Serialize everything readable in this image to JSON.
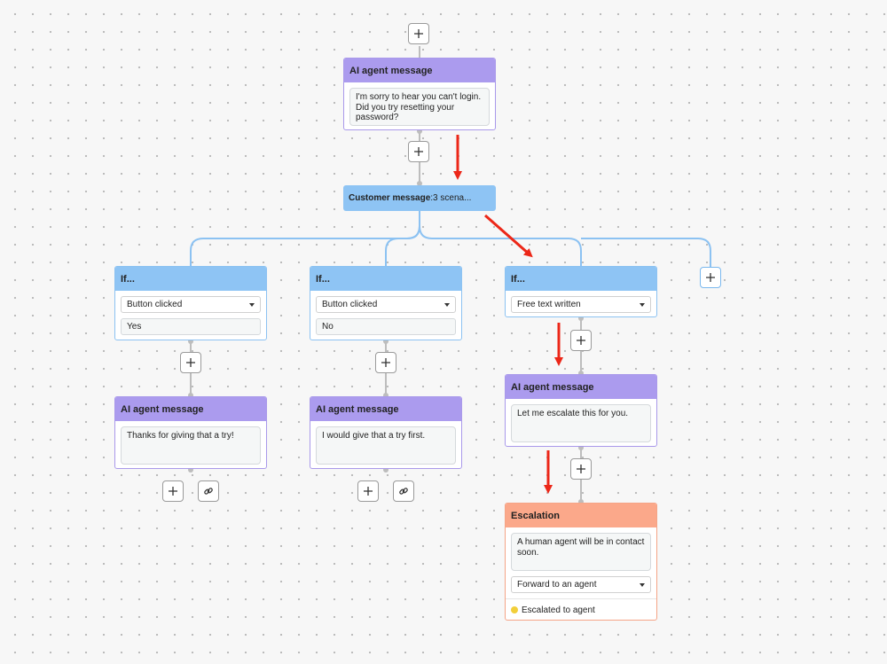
{
  "colors": {
    "ai_header": "#ab9bee",
    "condition_header": "#8ec4f4",
    "escalation_header": "#fba88a",
    "annotation_arrow": "#ec2718",
    "status_dot": "#f2cf3a"
  },
  "icons": {
    "add": "plus-icon",
    "link": "link-icon",
    "dropdown": "caret-down-icon"
  },
  "root_message": {
    "title": "AI agent message",
    "text": "I'm sorry to hear you can't login. Did you try resetting your password?"
  },
  "customer_message": {
    "title": "Customer message",
    "detail": ":3 scena..."
  },
  "branches": [
    {
      "title": "If...",
      "condition": "Button clicked",
      "value": "Yes",
      "reply": {
        "title": "AI agent message",
        "text": "Thanks for giving that a try!"
      }
    },
    {
      "title": "If...",
      "condition": "Button clicked",
      "value": "No",
      "reply": {
        "title": "AI agent message",
        "text": "I would give that a try first."
      }
    },
    {
      "title": "If...",
      "condition": "Free text written",
      "reply": {
        "title": "AI agent message",
        "text": "Let me escalate this for you."
      }
    }
  ],
  "escalation": {
    "title": "Escalation",
    "text": "A human agent will be in contact soon.",
    "action": "Forward to an agent",
    "status": "Escalated to agent"
  }
}
